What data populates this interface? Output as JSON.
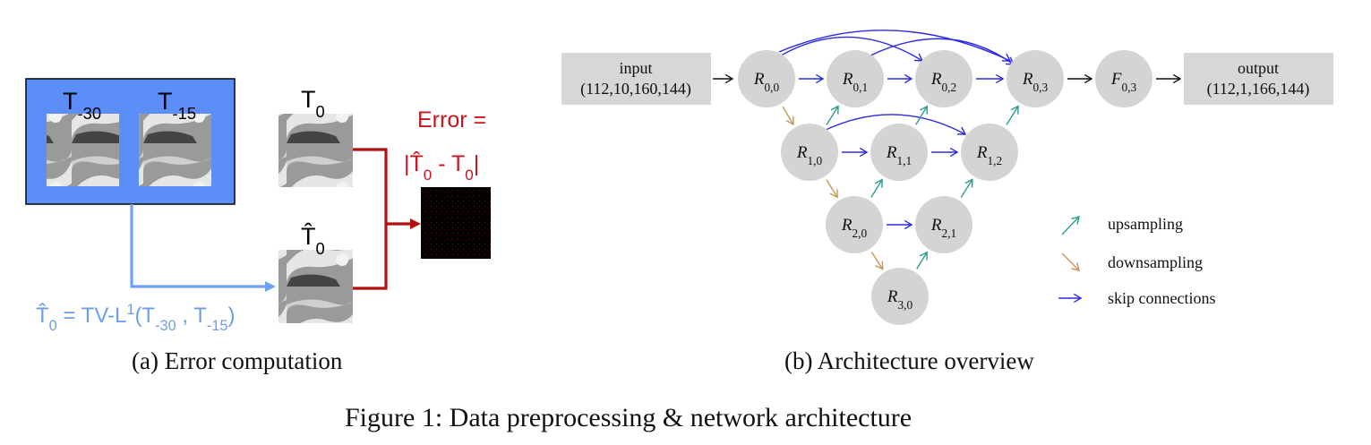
{
  "figure_caption": "Figure 1: Data preprocessing & network architecture",
  "panel_a": {
    "caption": "(a) Error computation",
    "frames": {
      "t_minus_30": {
        "base": "T",
        "sub": "-30"
      },
      "t_minus_15": {
        "base": "T",
        "sub": "-15"
      },
      "t_zero": {
        "base": "T",
        "sub": "0"
      },
      "t_zero_hat": {
        "base": "T̂",
        "sub": "0"
      }
    },
    "error_label_line1": "Error =",
    "error_label_line2": {
      "pre": "|",
      "hat_t": "T̂",
      "sub1": "0",
      "mid": " - T",
      "sub2": "0",
      "post": "|"
    },
    "formula": {
      "lhs": "T̂",
      "lhs_sub": "0",
      "eq": " = TV-L",
      "sup": "1",
      "open": "(T",
      "sub_a": "-30",
      "comma": " , T",
      "sub_b": "-15",
      "close": ")"
    },
    "colors": {
      "blue_box": "#5b8ef7",
      "blue_line": "#6ea1f2",
      "red_line": "#b3110f",
      "error_text": "#c8141e",
      "formula_text": "#6e9ee8"
    }
  },
  "panel_b": {
    "caption": "(b) Architecture overview",
    "input_box": {
      "line1": "input",
      "line2": "(112,10,160,144)"
    },
    "output_box": {
      "line1": "output",
      "line2": "(112,1,166,144)"
    },
    "nodes": [
      {
        "id": "r00",
        "sym": "R",
        "sub": "0,0"
      },
      {
        "id": "r01",
        "sym": "R",
        "sub": "0,1"
      },
      {
        "id": "r02",
        "sym": "R",
        "sub": "0,2"
      },
      {
        "id": "r03",
        "sym": "R",
        "sub": "0,3"
      },
      {
        "id": "f03",
        "sym": "F",
        "sub": "0,3"
      },
      {
        "id": "r10",
        "sym": "R",
        "sub": "1,0"
      },
      {
        "id": "r11",
        "sym": "R",
        "sub": "1,1"
      },
      {
        "id": "r12",
        "sym": "R",
        "sub": "1,2"
      },
      {
        "id": "r20",
        "sym": "R",
        "sub": "2,0"
      },
      {
        "id": "r21",
        "sym": "R",
        "sub": "2,1"
      },
      {
        "id": "r30",
        "sym": "R",
        "sub": "3,0"
      }
    ],
    "legend": [
      {
        "label": "upsampling",
        "kind": "up"
      },
      {
        "label": "downsampling",
        "kind": "down"
      },
      {
        "label": "skip connections",
        "kind": "skip"
      }
    ],
    "colors": {
      "node_fill": "#d4d4d4",
      "box_fill": "#d7d7d7",
      "skip": "#2a2ae6",
      "up": "#2a9d93",
      "down": "#c89456",
      "plain": "#111111"
    }
  }
}
